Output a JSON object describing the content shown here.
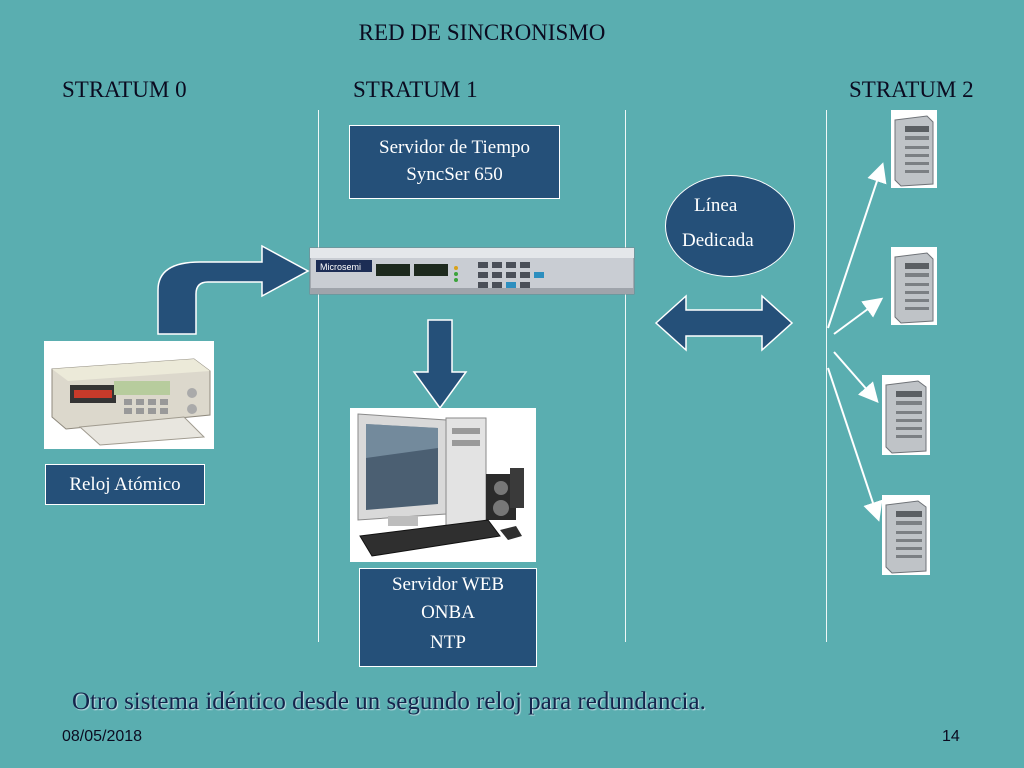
{
  "title": "RED DE SINCRONISMO",
  "strata": {
    "s0": "STRATUM 0",
    "s1": "STRATUM 1",
    "s2": "STRATUM 2"
  },
  "time_server": {
    "line1": "Servidor de Tiempo",
    "line2": "SyncSer 650",
    "brand": "Microsemi"
  },
  "atomic_clock": {
    "label": "Reloj Atómico"
  },
  "web_server": {
    "line1": "Servidor WEB",
    "line2": "ONBA",
    "line3": "NTP"
  },
  "dedicated_line": {
    "line1": "Línea",
    "line2": "Dedicada"
  },
  "footer": {
    "note": "Otro sistema idéntico desde un segundo reloj para redundancia.",
    "date": "08/05/2018",
    "page": "14"
  },
  "colors": {
    "background": "#5aaeb0",
    "box": "#255079",
    "arrow": "#255079"
  }
}
